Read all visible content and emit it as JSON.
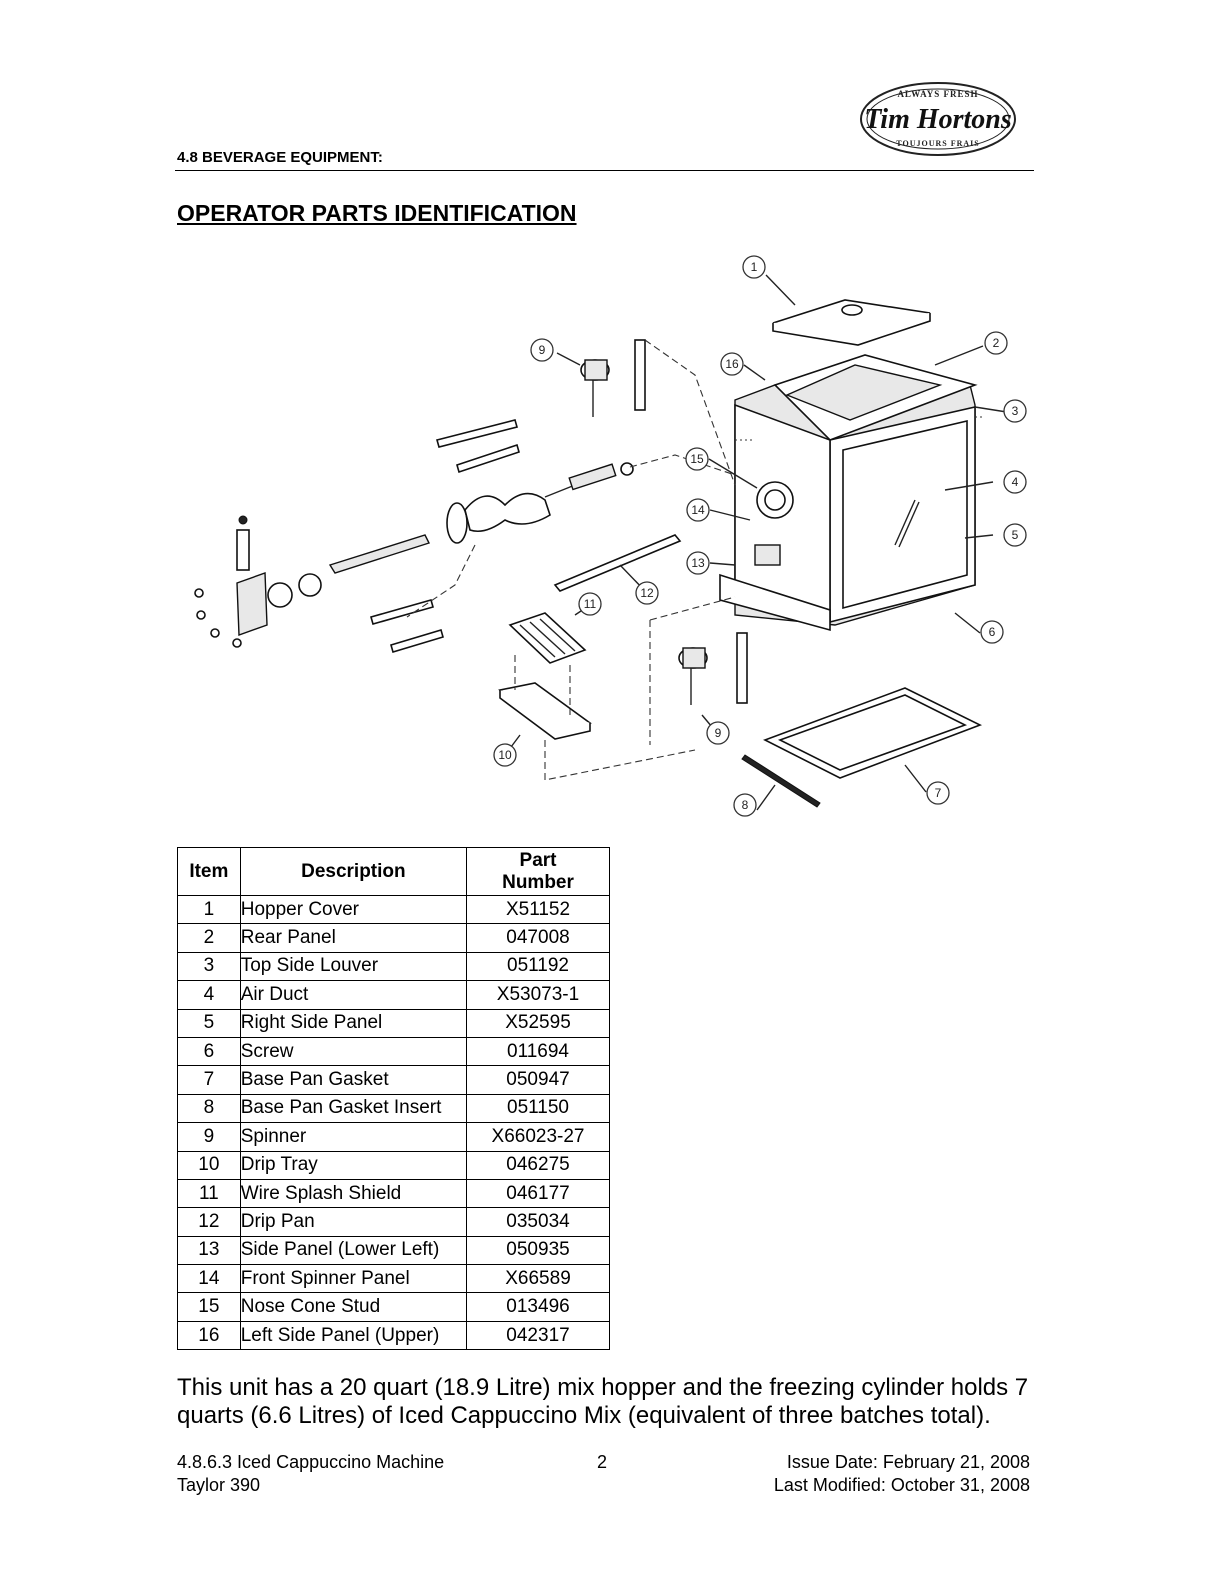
{
  "header": {
    "section": "4.8 BEVERAGE EQUIPMENT:",
    "logo": {
      "top_text": "ALWAYS FRESH",
      "brand": "Tim Hortons",
      "bottom_text": "TOUJOURS FRAIS"
    }
  },
  "title": "OPERATOR PARTS IDENTIFICATION",
  "diagram": {
    "callouts": [
      "1",
      "2",
      "3",
      "4",
      "5",
      "6",
      "7",
      "8",
      "9",
      "9",
      "10",
      "11",
      "12",
      "13",
      "14",
      "15",
      "16"
    ]
  },
  "table": {
    "headers": {
      "item": "Item",
      "description": "Description",
      "part_number_line1": "Part",
      "part_number_line2": "Number"
    },
    "rows": [
      {
        "item": "1",
        "description": "Hopper Cover",
        "part": "X51152"
      },
      {
        "item": "2",
        "description": "Rear Panel",
        "part": "047008"
      },
      {
        "item": "3",
        "description": "Top Side Louver",
        "part": "051192"
      },
      {
        "item": "4",
        "description": "Air Duct",
        "part": "X53073-1"
      },
      {
        "item": "5",
        "description": "Right Side Panel",
        "part": "X52595"
      },
      {
        "item": "6",
        "description": "Screw",
        "part": "011694"
      },
      {
        "item": "7",
        "description": "Base Pan Gasket",
        "part": "050947"
      },
      {
        "item": "8",
        "description": "Base Pan Gasket Insert",
        "part": "051150"
      },
      {
        "item": "9",
        "description": "Spinner",
        "part": "X66023-27"
      },
      {
        "item": "10",
        "description": "Drip Tray",
        "part": "046275"
      },
      {
        "item": "11",
        "description": "Wire Splash Shield",
        "part": "046177"
      },
      {
        "item": "12",
        "description": "Drip Pan",
        "part": "035034"
      },
      {
        "item": "13",
        "description": "Side Panel (Lower Left)",
        "part": "050935"
      },
      {
        "item": "14",
        "description": "Front Spinner Panel",
        "part": "X66589"
      },
      {
        "item": "15",
        "description": "Nose Cone Stud",
        "part": "013496"
      },
      {
        "item": "16",
        "description": "Left Side Panel (Upper)",
        "part": "042317"
      }
    ]
  },
  "body_text": "This unit has a 20 quart (18.9 Litre) mix hopper and the freezing cylinder holds 7 quarts (6.6 Litres) of Iced Cappuccino Mix (equivalent of three batches total).",
  "footer": {
    "left_line1": "4.8.6.3 Iced Cappuccino Machine",
    "left_line2": "Taylor 390",
    "page": "2",
    "right_line1": "Issue Date: February 21, 2008",
    "right_line2": "Last Modified: October 31, 2008"
  }
}
